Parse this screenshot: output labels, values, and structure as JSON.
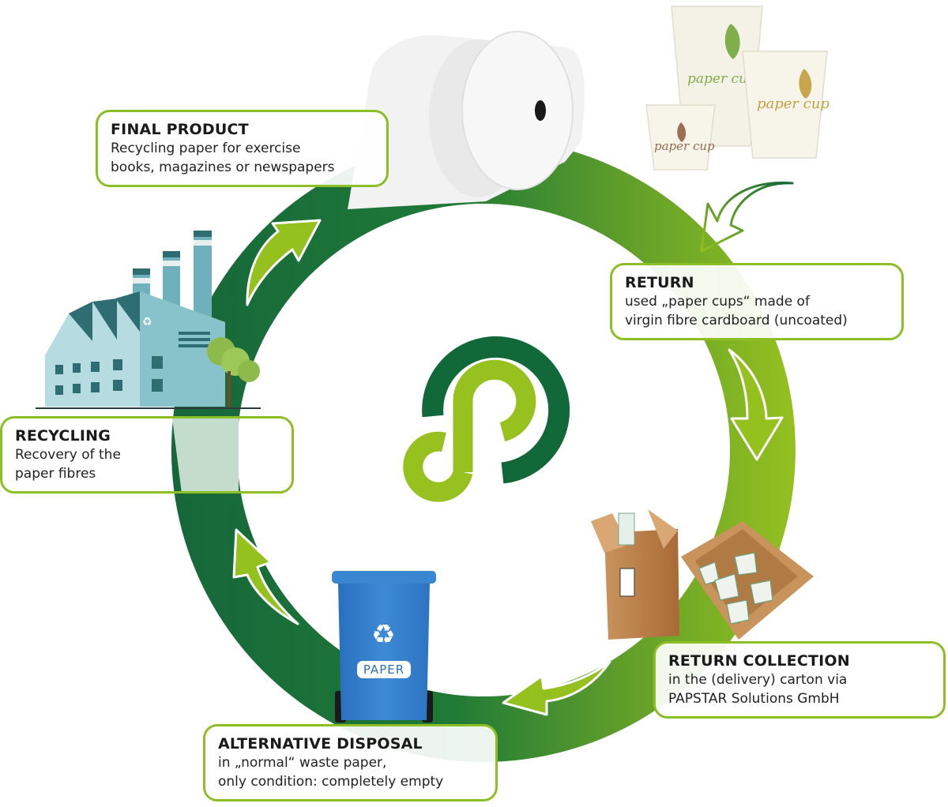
{
  "diagram": {
    "type": "recycling-cycle",
    "colors": {
      "ring_dark": "#1a6b35",
      "ring_light": "#93c11f",
      "box_border": "#8cbf26",
      "arrow_fill": "#95c11f",
      "logo_dark": "#11693a",
      "logo_light": "#97c11f",
      "bin_blue": "#2f7dc8"
    },
    "stages": [
      {
        "id": "final-product",
        "title": "FINAL PRODUCT",
        "description_lines": [
          "Recycling paper for exercise",
          "books, magazines or newspapers"
        ],
        "illustration": "paper-roll"
      },
      {
        "id": "return",
        "title": "RETURN",
        "description_lines": [
          "used „paper cups“ made of",
          "virgin fibre cardboard (uncoated)"
        ],
        "illustration": "paper-cups"
      },
      {
        "id": "return-collection",
        "title": "RETURN COLLECTION",
        "description_lines": [
          "in the (delivery) carton via",
          "PAPSTAR Solutions GmbH"
        ],
        "illustration": "cardboard-boxes"
      },
      {
        "id": "alternative-disposal",
        "title": "ALTERNATIVE DISPOSAL",
        "description_lines": [
          "in „normal“ waste paper,",
          "only condition: completely empty"
        ],
        "illustration": "paper-bin"
      },
      {
        "id": "recycling",
        "title": "RECYCLING",
        "description_lines": [
          "Recovery of the",
          "paper fibres"
        ],
        "illustration": "factory"
      }
    ],
    "bin_label": "PAPER",
    "cup_label": "paper cup",
    "center_logo": "papstar-logo",
    "flow_direction": "clockwise"
  }
}
